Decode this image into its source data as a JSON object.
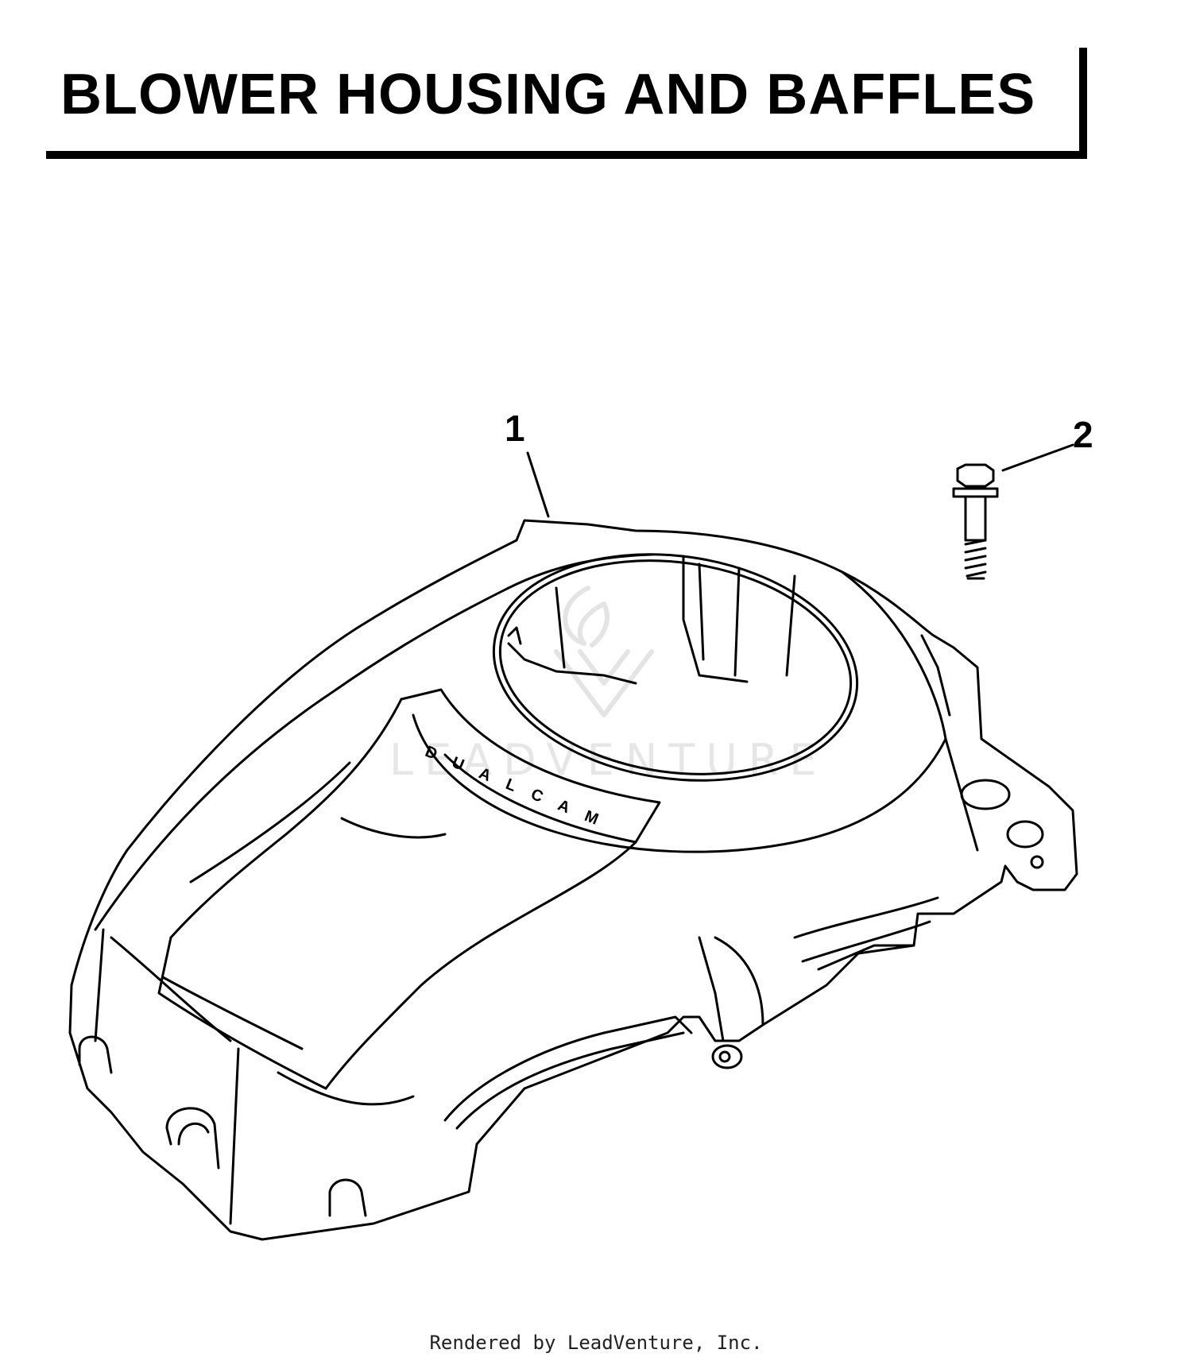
{
  "header": {
    "title": "BLOWER HOUSING AND BAFFLES"
  },
  "callouts": [
    {
      "label": "1"
    },
    {
      "label": "2"
    }
  ],
  "part_marking": "DUALCAM",
  "watermark": "LEADVENTURE",
  "footer": {
    "text": "Rendered by LeadVenture, Inc."
  }
}
